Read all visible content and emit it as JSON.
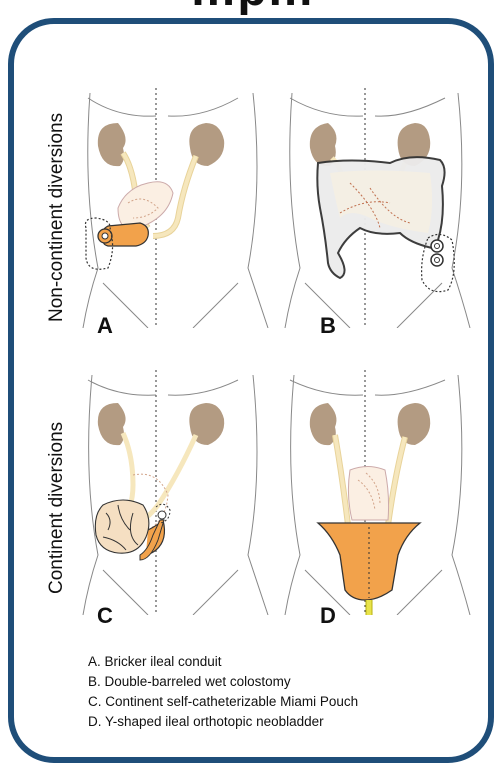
{
  "title": "…p…",
  "side_labels": {
    "non_continent": "Non-continent diversions",
    "continent": "Continent diversions"
  },
  "panels": [
    {
      "letter": "A"
    },
    {
      "letter": "B"
    },
    {
      "letter": "C"
    },
    {
      "letter": "D"
    }
  ],
  "legend": [
    "A. Bricker ileal conduit",
    "B. Double-barreled wet colostomy",
    "C. Continent self-catheterizable Miami Pouch",
    "D. Y-shaped ileal orthotopic neobladder"
  ],
  "colors": {
    "frame": "#1f4e79",
    "kidney": "#b39b82",
    "ureter": "#f3dfae",
    "conduit": "#f2a24b",
    "pouch": "#f5dfc2",
    "neobladder": "#f2a24b",
    "urethra": "#e8e34a"
  }
}
